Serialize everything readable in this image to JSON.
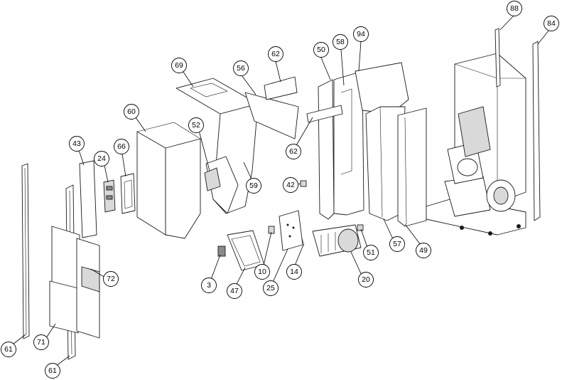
{
  "title": "",
  "callouts": [
    {
      "label": "88"
    },
    {
      "label": "84"
    },
    {
      "label": "94"
    },
    {
      "label": "58"
    },
    {
      "label": "50"
    },
    {
      "label": "62"
    },
    {
      "label": "56"
    },
    {
      "label": "69"
    },
    {
      "label": "60"
    },
    {
      "label": "52"
    },
    {
      "label": "62"
    },
    {
      "label": "43"
    },
    {
      "label": "66"
    },
    {
      "label": "24"
    },
    {
      "label": "59"
    },
    {
      "label": "42"
    },
    {
      "label": "51"
    },
    {
      "label": "57"
    },
    {
      "label": "49"
    },
    {
      "label": "72"
    },
    {
      "label": "10"
    },
    {
      "label": "14"
    },
    {
      "label": "20"
    },
    {
      "label": "3"
    },
    {
      "label": "47"
    },
    {
      "label": "25"
    },
    {
      "label": "61"
    },
    {
      "label": "71"
    },
    {
      "label": "61"
    }
  ]
}
